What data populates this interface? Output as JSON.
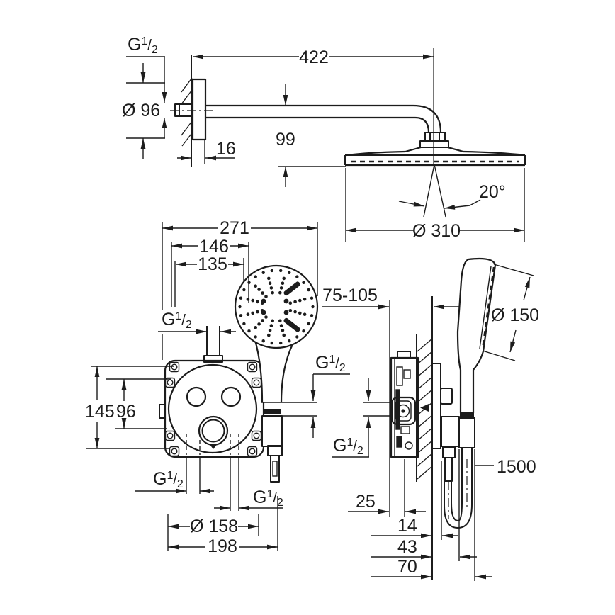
{
  "drawing": {
    "type": "technical-installation-diagram",
    "product": "concealed shower system with head shower, mixer rough-in box and hand shower",
    "colors": {
      "line": "#1c1c1c",
      "background": "#ffffff"
    },
    "thread": {
      "g": "G",
      "num": "1",
      "slash": "/",
      "den": "2"
    },
    "dims": {
      "arm_length": "422",
      "arm_drop": "99",
      "escutcheon_thickness": "16",
      "escutcheon_dia": "Ø 96",
      "head_dia": "Ø 310",
      "spray_angle": "20°",
      "set_width": "271",
      "width_146": "146",
      "width_135": "135",
      "height_145": "145",
      "height_96": "96",
      "plate_dia": "Ø 158",
      "box_width": "198",
      "install_depth": "75-105",
      "hand_dia": "Ø 150",
      "hose_length": "1500",
      "offset_25": "25",
      "offset_14": "14",
      "offset_43": "43",
      "offset_70": "70"
    }
  }
}
